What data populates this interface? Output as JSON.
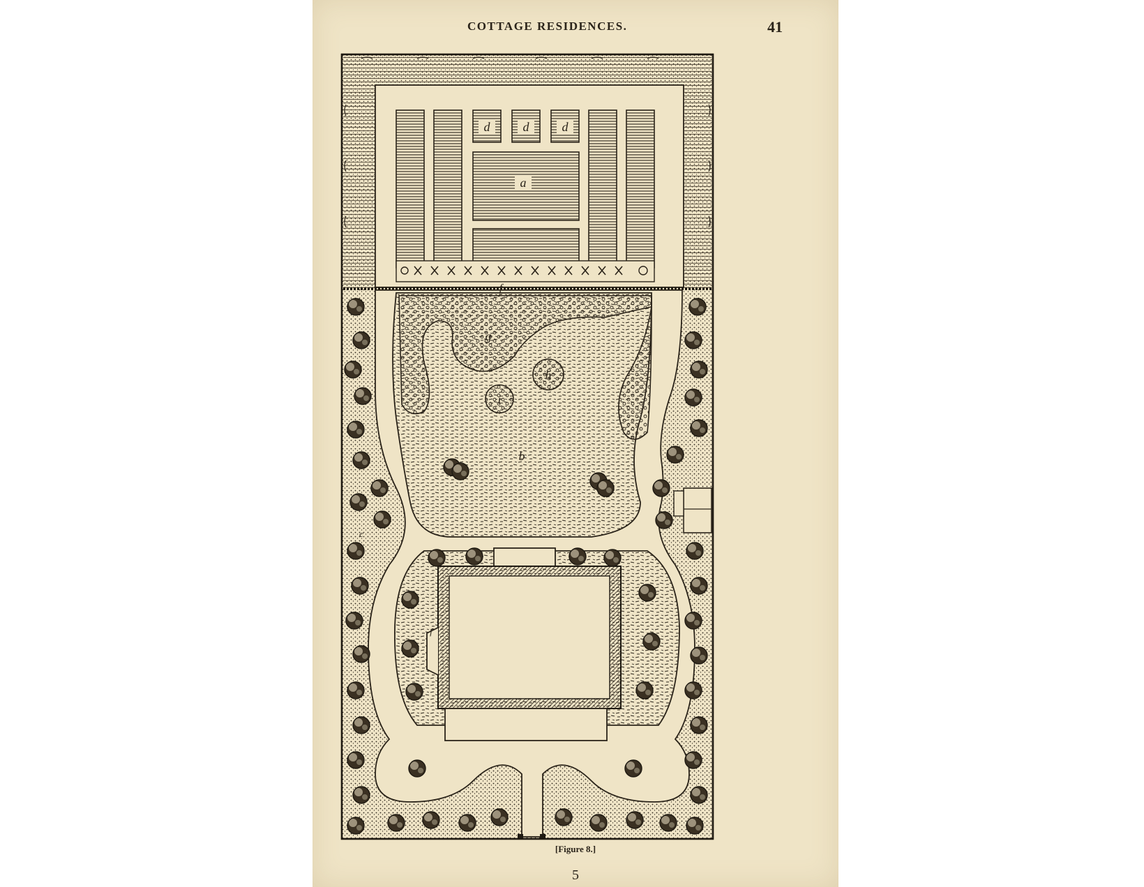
{
  "header": {
    "running_title": "COTTAGE RESIDENCES.",
    "page_number": "41"
  },
  "plan_labels": {
    "a": "a",
    "b": "b",
    "c": "c",
    "d": "d",
    "f": "f",
    "g": "g",
    "h": "h",
    "i": "i"
  },
  "caption": "[Figure 8.]",
  "signature": "5",
  "colors": {
    "paper": "#efe4c6",
    "ink": "#2b241a"
  }
}
